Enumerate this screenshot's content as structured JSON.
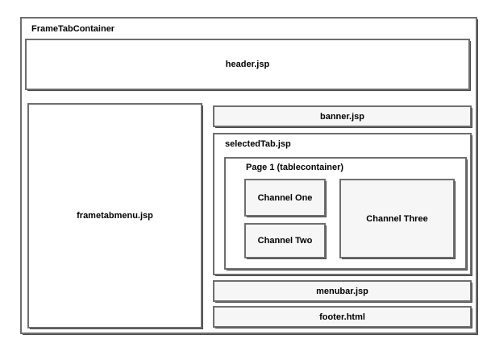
{
  "diagram": {
    "title": "FrameTabContainer",
    "header": {
      "label": "header.jsp"
    },
    "sidebar": {
      "label": "frametabmenu.jsp"
    },
    "banner": {
      "label": "banner.jsp"
    },
    "selected_tab": {
      "label": "selectedTab.jsp"
    },
    "page": {
      "label": "Page 1 (tablecontainer)"
    },
    "channels": [
      {
        "label": "Channel One"
      },
      {
        "label": "Channel Two"
      },
      {
        "label": "Channel Three"
      }
    ],
    "menubar": {
      "label": "menubar.jsp"
    },
    "footer": {
      "label": "footer.html"
    }
  },
  "colors": {
    "border": "#6e6e6e",
    "shadow": "#4a4a4a",
    "box_fill_white": "#ffffff",
    "box_fill_light": "#f6f6f6",
    "text": "#000000",
    "background": "#ffffff"
  }
}
